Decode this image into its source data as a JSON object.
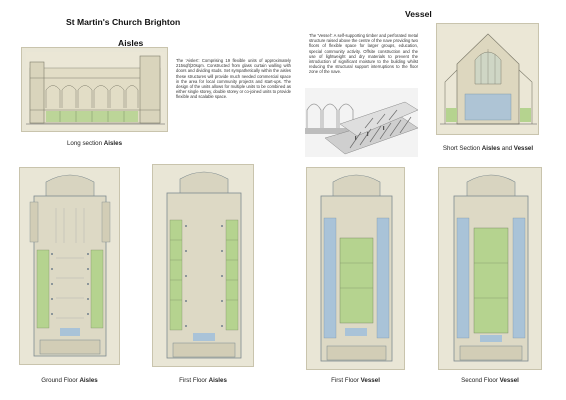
{
  "header": {
    "left_title": "St Martin's Church Brighton",
    "aisles_heading": "Aisles",
    "vessel_heading": "Vessel"
  },
  "aisles_text": "The 'Aisles': Comprising 19 flexible units of approximately 215sqft(20sqm. Constructed from glass curtain walling with doors and dividing studs. Set sympathetically within the aisles these structures will provide much needed commercial space in the area for local community projects and start-ups. The design of the units allows for multiple units to be combined as either single storey, double storey or co-joined units to provide flexible and scalable space.",
  "vessel_text": "The 'Vessel': A self-supporting timber and perforated metal structure raised above the centre of the nave providing two floors of flexible space for larger groups, education, special community activity. Offsite construction and the use of lightweight and dry materials to prevent the introduction of significant moisture to the building whilst reducing the structural support interruptions to the floor zone of the nave.",
  "captions": {
    "long_section": {
      "prefix": "Long section ",
      "bold": "Aisles"
    },
    "short_section": {
      "prefix": "Short Section ",
      "bold": "Aisles",
      "middle": " and ",
      "bold2": "Vessel"
    },
    "ground_floor_aisles": {
      "prefix": "Ground Floor ",
      "bold": "Aisles"
    },
    "first_floor_aisles": {
      "prefix": "First Floor ",
      "bold": "Aisles"
    },
    "first_floor_vessel": {
      "prefix": "First Floor ",
      "bold": "Vessel"
    },
    "second_floor_vessel": {
      "prefix": "Second Floor ",
      "bold": "Vessel"
    }
  },
  "colors": {
    "paper": "#e9e6d6",
    "green_units": "#b5d38f",
    "blue_units": "#a9c3d8",
    "line": "#7d8a8f"
  }
}
